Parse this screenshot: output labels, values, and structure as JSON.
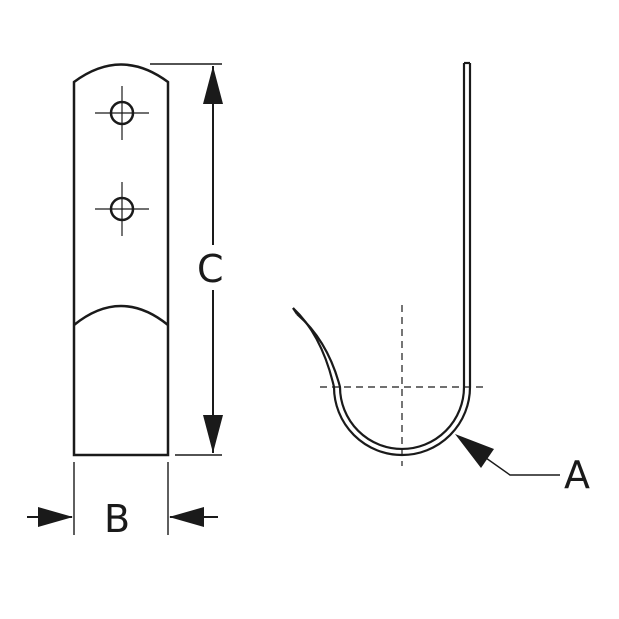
{
  "labels": {
    "width": "B",
    "height": "C",
    "bend_radius": "A"
  },
  "colors": {
    "line": "#1a1a1a",
    "background": "#ffffff"
  }
}
